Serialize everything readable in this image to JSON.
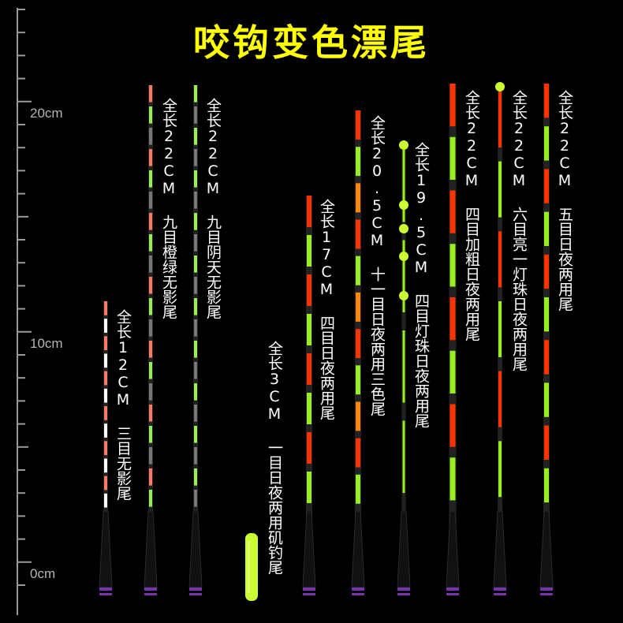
{
  "title": "咬钩变色漂尾",
  "ruler": {
    "labels": [
      "20cm",
      "10cm",
      "0cm"
    ],
    "color": "#b5b5b5"
  },
  "floats": [
    {
      "id": "f1",
      "label": "全长12CM 三目无影尾",
      "segments": 12,
      "colors": [
        "#ff7a66",
        "#ffffff"
      ],
      "tip_ball": false
    },
    {
      "id": "f2",
      "label": "全长22CM 九目橙绿无影尾",
      "segments": 20,
      "colors": [
        "#ff7a66",
        "#99ee55",
        "#777777"
      ],
      "tip_ball": false
    },
    {
      "id": "f3",
      "label": "全长22CM 九目阴天无影尾",
      "segments": 20,
      "colors": [
        "#99ee55",
        "#777777"
      ],
      "tip_ball": false
    },
    {
      "id": "f4",
      "label": "全长3CM 一目日夜两用矶钓尾",
      "segments": 1,
      "colors": [
        "#ccff33"
      ],
      "tip_ball": false
    },
    {
      "id": "f5",
      "label": "全长17CM 四目日夜两用尾",
      "segments": 8,
      "colors": [
        "#ff3300",
        "#99ee22"
      ],
      "tip_ball": false
    },
    {
      "id": "f6",
      "label": "全长20.5CM 十一目日夜两用三色尾",
      "segments": 11,
      "colors": [
        "#ff3300",
        "#99ee22",
        "#ff8800"
      ],
      "tip_ball": false
    },
    {
      "id": "f7",
      "label": "全长19.5CM 四目灯珠日夜两用尾",
      "segments": 4,
      "colors": [
        "#99ee22"
      ],
      "tip_ball": true
    },
    {
      "id": "f8",
      "label": "全长22CM 四目加粗日夜两用尾",
      "segments": 8,
      "colors": [
        "#ff3300",
        "#99ee22"
      ],
      "tip_ball": false
    },
    {
      "id": "f9",
      "label": "全长22CM 六目亮一灯珠日夜两用尾",
      "segments": 6,
      "colors": [
        "#ff3300",
        "#99ee22"
      ],
      "tip_ball": true
    },
    {
      "id": "f10",
      "label": "全长22CM 五目日夜两用尾",
      "segments": 10,
      "colors": [
        "#ff3300",
        "#99ee22"
      ],
      "tip_ball": false
    }
  ],
  "colors": {
    "background": "#000000",
    "title": "#ffff00",
    "base_ring": "#7733aa"
  }
}
